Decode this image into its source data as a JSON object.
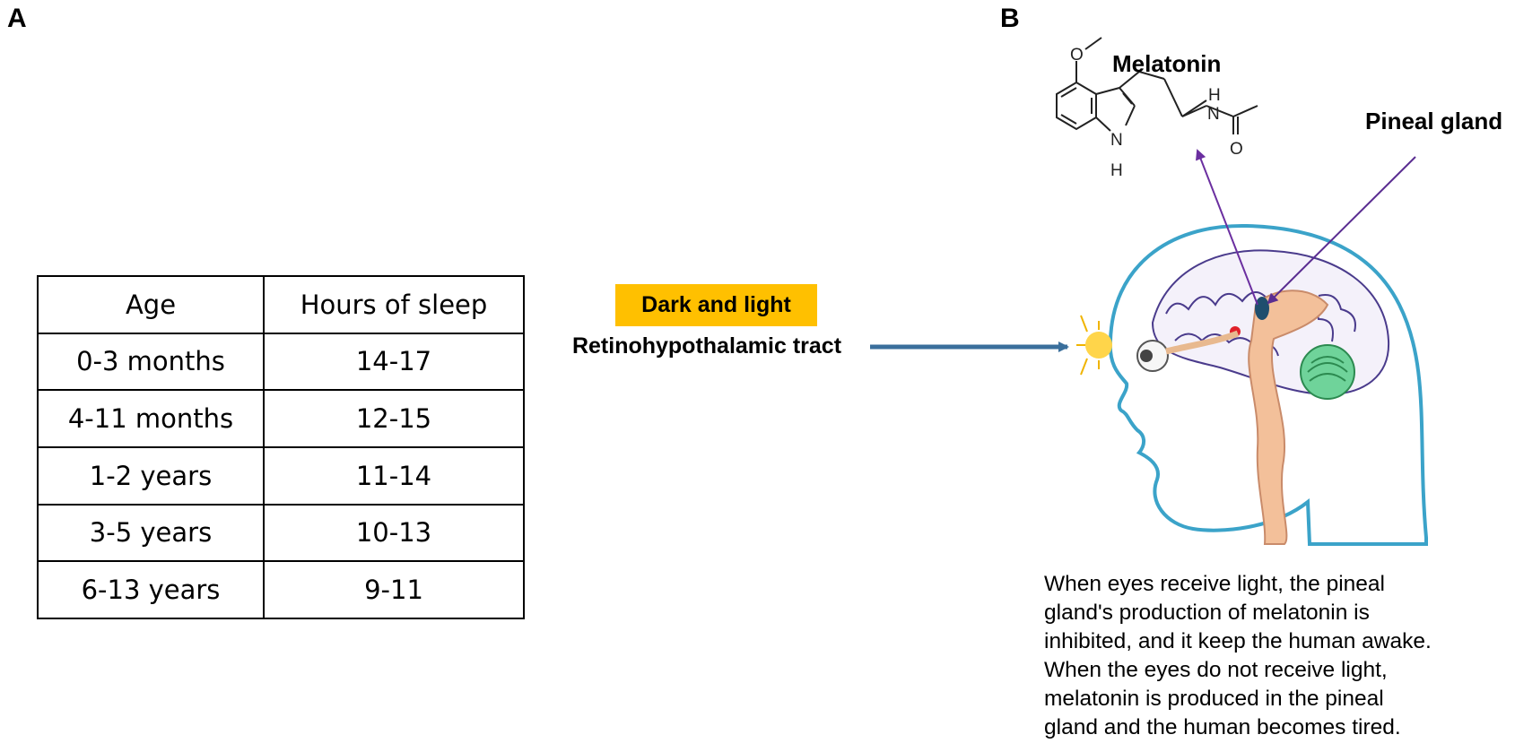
{
  "panels": {
    "a": "A",
    "b": "B"
  },
  "table": {
    "headers": [
      "Age",
      "Hours of sleep"
    ],
    "rows": [
      [
        "0-3 months",
        "14-17"
      ],
      [
        "4-11 months",
        "12-15"
      ],
      [
        "1-2 years",
        "11-14"
      ],
      [
        "3-5 years",
        "10-13"
      ],
      [
        "6-13 years",
        "9-11"
      ]
    ]
  },
  "pathway": {
    "stimulus": "Dark and light",
    "tract": "Retinohypothalamic tract"
  },
  "structure": {
    "name": "Melatonin",
    "atoms": {
      "methoxy_o": "O",
      "amide_n": "N",
      "amide_h": "H",
      "indole_n": "N",
      "indole_h": "H",
      "carbonyl_o": "O"
    }
  },
  "gland_label": "Pineal gland",
  "caption_lines": [
    "When eyes receive light, the pineal",
    "gland's production of melatonin is",
    "inhibited, and it keep the human awake.",
    "When the eyes do not receive light,",
    "melatonin is produced in the pineal",
    "gland and the human becomes tired."
  ],
  "colors": {
    "stimulus_box": "#ffc000",
    "tract_arrow": "#3a6f9c",
    "melatonin_arrow": "#6b2fa0",
    "pineal_arrow": "#5a2d91",
    "pineal_gland": "#1f4e6e",
    "head_outline": "#3ba3c9"
  }
}
